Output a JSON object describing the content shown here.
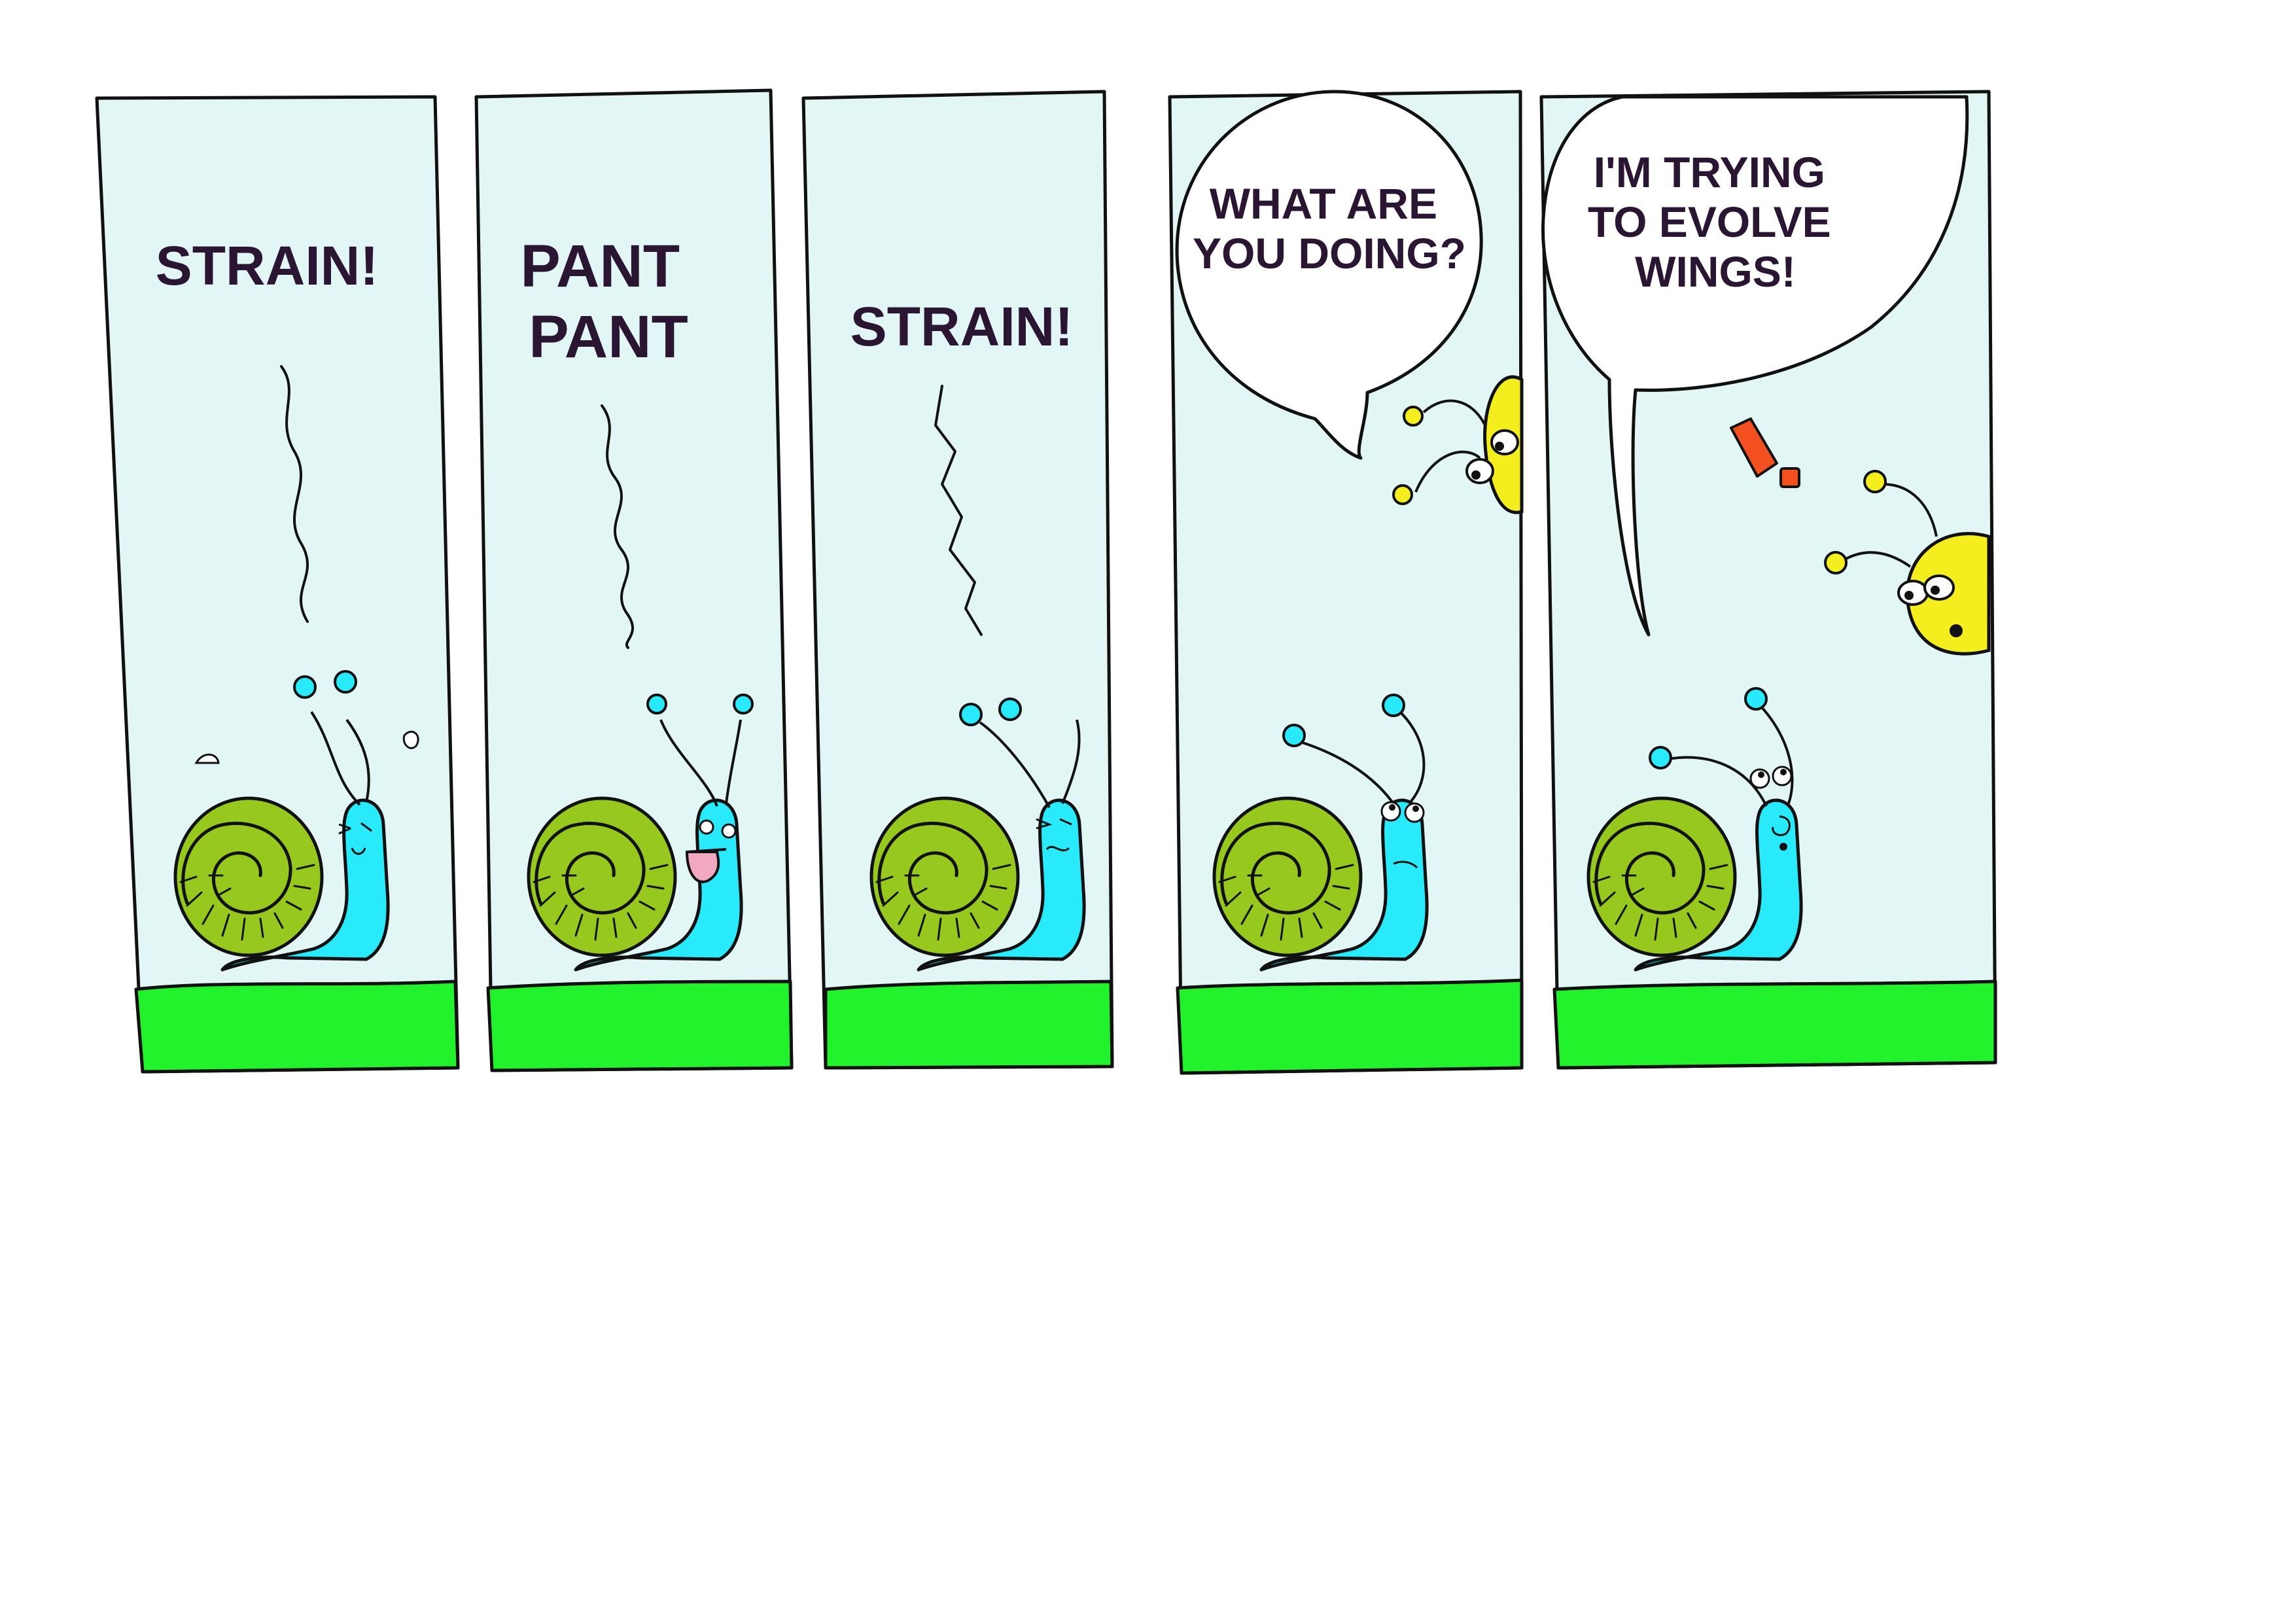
{
  "panels": [
    {
      "id": 1,
      "caption_lines": [
        "STRAIN!"
      ]
    },
    {
      "id": 2,
      "caption_lines": [
        "PANT",
        "PANT"
      ]
    },
    {
      "id": 3,
      "caption_lines": [
        "STRAIN!"
      ]
    },
    {
      "id": 4,
      "speech_lines": [
        "WHAT ARE",
        "YOU DOING?"
      ]
    },
    {
      "id": 5,
      "speech_lines": [
        "I'M TRYING",
        "TO EVOLVE",
        "WINGS!"
      ]
    }
  ],
  "colors": {
    "sky": "#e3f6f6",
    "grass": "#22f22c",
    "snail_body": "#28eafa",
    "snail_shell": "#96c81e",
    "bug": "#f5ee1e",
    "exclaim": "#f25020",
    "text": "#2a1633",
    "outline": "#111111"
  }
}
